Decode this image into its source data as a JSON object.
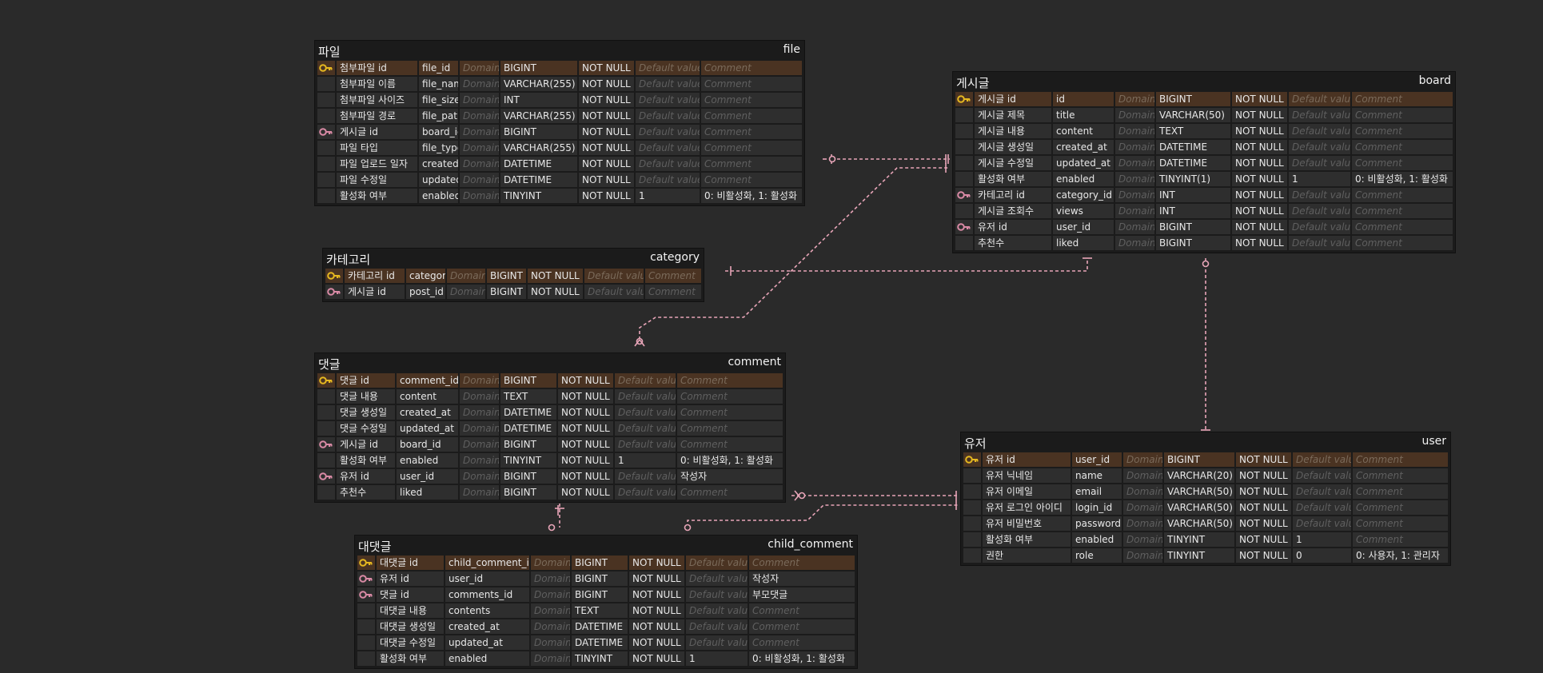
{
  "placeholders": {
    "domain": "Domain",
    "default": "Default value",
    "comment": "Comment"
  },
  "colors": {
    "background": "#2a2a2a",
    "pk_row": "#4a3322",
    "pk_key": "#e6b820",
    "fk_key": "#d98aa5",
    "relation_line": "#e8a5b8"
  },
  "tables": [
    {
      "id": "file",
      "name": "파일",
      "physical": "file",
      "rows": [
        {
          "key": "pk",
          "logical": "첨부파일 id",
          "physical": "file_id",
          "type": "BIGINT",
          "null": "NOT NULL",
          "default": "",
          "comment": ""
        },
        {
          "key": "",
          "logical": "첨부파일 이름",
          "physical": "file_name",
          "type": "VARCHAR(255)",
          "null": "NOT NULL",
          "default": "",
          "comment": ""
        },
        {
          "key": "",
          "logical": "첨부파일 사이즈",
          "physical": "file_size",
          "type": "INT",
          "null": "NOT NULL",
          "default": "",
          "comment": ""
        },
        {
          "key": "",
          "logical": "첨부파일 경로",
          "physical": "file_path",
          "type": "VARCHAR(255)",
          "null": "NOT NULL",
          "default": "",
          "comment": ""
        },
        {
          "key": "fk",
          "logical": "게시글 id",
          "physical": "board_id",
          "type": "BIGINT",
          "null": "NOT NULL",
          "default": "",
          "comment": ""
        },
        {
          "key": "",
          "logical": "파일 타입",
          "physical": "file_type",
          "type": "VARCHAR(255)",
          "null": "NOT NULL",
          "default": "",
          "comment": ""
        },
        {
          "key": "",
          "logical": "파일 업로드 일자",
          "physical": "created_at",
          "type": "DATETIME",
          "null": "NOT NULL",
          "default": "",
          "comment": ""
        },
        {
          "key": "",
          "logical": "파일 수정일",
          "physical": "updated_at",
          "type": "DATETIME",
          "null": "NOT NULL",
          "default": "",
          "comment": ""
        },
        {
          "key": "",
          "logical": "활성화 여부",
          "physical": "enabled",
          "type": "TINYINT",
          "null": "NOT NULL",
          "default": "1",
          "comment": "0: 비활성화, 1: 활성화"
        }
      ]
    },
    {
      "id": "category",
      "name": "카테고리",
      "physical": "category",
      "rows": [
        {
          "key": "pk",
          "logical": "카테고리 id",
          "physical": "category_id",
          "type": "BIGINT",
          "null": "NOT NULL",
          "default": "",
          "comment": ""
        },
        {
          "key": "fk",
          "logical": "게시글 id",
          "physical": "post_id",
          "type": "BIGINT",
          "null": "NOT NULL",
          "default": "",
          "comment": ""
        }
      ]
    },
    {
      "id": "board",
      "name": "게시글",
      "physical": "board",
      "rows": [
        {
          "key": "pk",
          "logical": "게시글 id",
          "physical": "id",
          "type": "BIGINT",
          "null": "NOT NULL",
          "default": "",
          "comment": ""
        },
        {
          "key": "",
          "logical": "게시글 제목",
          "physical": "title",
          "type": "VARCHAR(50)",
          "null": "NOT NULL",
          "default": "",
          "comment": ""
        },
        {
          "key": "",
          "logical": "게시글 내용",
          "physical": "content",
          "type": "TEXT",
          "null": "NOT NULL",
          "default": "",
          "comment": ""
        },
        {
          "key": "",
          "logical": "게시글 생성일",
          "physical": "created_at",
          "type": "DATETIME",
          "null": "NOT NULL",
          "default": "",
          "comment": ""
        },
        {
          "key": "",
          "logical": "게시글 수정일",
          "physical": "updated_at",
          "type": "DATETIME",
          "null": "NOT NULL",
          "default": "",
          "comment": ""
        },
        {
          "key": "",
          "logical": "활성화 여부",
          "physical": "enabled",
          "type": "TINYINT(1)",
          "null": "NOT NULL",
          "default": "1",
          "comment": "0: 비활성화, 1: 활성화"
        },
        {
          "key": "fk",
          "logical": "카테고리 id",
          "physical": "category_id",
          "type": "INT",
          "null": "NOT NULL",
          "default": "",
          "comment": ""
        },
        {
          "key": "",
          "logical": "게시글 조회수",
          "physical": "views",
          "type": "INT",
          "null": "NOT NULL",
          "default": "",
          "comment": ""
        },
        {
          "key": "fk",
          "logical": "유저 id",
          "physical": "user_id",
          "type": "BIGINT",
          "null": "NOT NULL",
          "default": "",
          "comment": ""
        },
        {
          "key": "",
          "logical": "추천수",
          "physical": "liked",
          "type": "BIGINT",
          "null": "NOT NULL",
          "default": "",
          "comment": ""
        }
      ]
    },
    {
      "id": "comment",
      "name": "댓글",
      "physical": "comment",
      "rows": [
        {
          "key": "pk",
          "logical": "댓글 id",
          "physical": "comment_id",
          "type": "BIGINT",
          "null": "NOT NULL",
          "default": "",
          "comment": ""
        },
        {
          "key": "",
          "logical": "댓글 내용",
          "physical": "content",
          "type": "TEXT",
          "null": "NOT NULL",
          "default": "",
          "comment": ""
        },
        {
          "key": "",
          "logical": "댓글 생성일",
          "physical": "created_at",
          "type": "DATETIME",
          "null": "NOT NULL",
          "default": "",
          "comment": ""
        },
        {
          "key": "",
          "logical": "댓글 수정일",
          "physical": "updated_at",
          "type": "DATETIME",
          "null": "NOT NULL",
          "default": "",
          "comment": ""
        },
        {
          "key": "fk",
          "logical": "게시글 id",
          "physical": "board_id",
          "type": "BIGINT",
          "null": "NOT NULL",
          "default": "",
          "comment": ""
        },
        {
          "key": "",
          "logical": "활성화 여부",
          "physical": "enabled",
          "type": "TINYINT",
          "null": "NOT NULL",
          "default": "1",
          "comment": "0: 비활성화, 1: 활성화"
        },
        {
          "key": "fk",
          "logical": "유저 id",
          "physical": "user_id",
          "type": "BIGINT",
          "null": "NOT NULL",
          "default": "",
          "comment": "작성자"
        },
        {
          "key": "",
          "logical": "추천수",
          "physical": "liked",
          "type": "BIGINT",
          "null": "NOT NULL",
          "default": "",
          "comment": ""
        }
      ]
    },
    {
      "id": "user",
      "name": "유저",
      "physical": "user",
      "rows": [
        {
          "key": "pk",
          "logical": "유저 id",
          "physical": "user_id",
          "type": "BIGINT",
          "null": "NOT NULL",
          "default": "",
          "comment": ""
        },
        {
          "key": "",
          "logical": "유저 닉네임",
          "physical": "name",
          "type": "VARCHAR(20)",
          "null": "NOT NULL",
          "default": "",
          "comment": ""
        },
        {
          "key": "",
          "logical": "유저 이메일",
          "physical": "email",
          "type": "VARCHAR(50)",
          "null": "NOT NULL",
          "default": "",
          "comment": ""
        },
        {
          "key": "",
          "logical": "유저 로그인 아이디",
          "physical": "login_id",
          "type": "VARCHAR(50)",
          "null": "NOT NULL",
          "default": "",
          "comment": ""
        },
        {
          "key": "",
          "logical": "유저 비밀번호",
          "physical": "password",
          "type": "VARCHAR(50)",
          "null": "NOT NULL",
          "default": "",
          "comment": ""
        },
        {
          "key": "",
          "logical": "활성화 여부",
          "physical": "enabled",
          "type": "TINYINT",
          "null": "NOT NULL",
          "default": "1",
          "comment": ""
        },
        {
          "key": "",
          "logical": "권한",
          "physical": "role",
          "type": "TINYINT",
          "null": "NOT NULL",
          "default": "0",
          "comment": "0: 사용자, 1: 관리자"
        }
      ]
    },
    {
      "id": "child_comment",
      "name": "대댓글",
      "physical": "child_comment",
      "rows": [
        {
          "key": "pk",
          "logical": "대댓글 id",
          "physical": "child_comment_id",
          "type": "BIGINT",
          "null": "NOT NULL",
          "default": "",
          "comment": ""
        },
        {
          "key": "fk",
          "logical": "유저 id",
          "physical": "user_id",
          "type": "BIGINT",
          "null": "NOT NULL",
          "default": "",
          "comment": "작성자"
        },
        {
          "key": "fk",
          "logical": "댓글 id",
          "physical": "comments_id",
          "type": "BIGINT",
          "null": "NOT NULL",
          "default": "",
          "comment": "부모댓글"
        },
        {
          "key": "",
          "logical": "대댓글 내용",
          "physical": "contents",
          "type": "TEXT",
          "null": "NOT NULL",
          "default": "",
          "comment": ""
        },
        {
          "key": "",
          "logical": "대댓글 생성일",
          "physical": "created_at",
          "type": "DATETIME",
          "null": "NOT NULL",
          "default": "",
          "comment": ""
        },
        {
          "key": "",
          "logical": "대댓글 수정일",
          "physical": "updated_at",
          "type": "DATETIME",
          "null": "NOT NULL",
          "default": "",
          "comment": ""
        },
        {
          "key": "",
          "logical": "활성화 여부",
          "physical": "enabled",
          "type": "TINYINT",
          "null": "NOT NULL",
          "default": "1",
          "comment": "0: 비활성화, 1: 활성화"
        }
      ]
    }
  ],
  "relationships": [
    {
      "from": "board",
      "to": "file",
      "type": "one-to-many"
    },
    {
      "from": "board",
      "to": "comment",
      "type": "one-to-many"
    },
    {
      "from": "board",
      "to": "category",
      "type": "one-to-one"
    },
    {
      "from": "user",
      "to": "board",
      "type": "one-to-many"
    },
    {
      "from": "user",
      "to": "comment",
      "type": "one-to-many"
    },
    {
      "from": "user",
      "to": "child_comment",
      "type": "one-to-many"
    },
    {
      "from": "comment",
      "to": "child_comment",
      "type": "one-to-many"
    }
  ]
}
